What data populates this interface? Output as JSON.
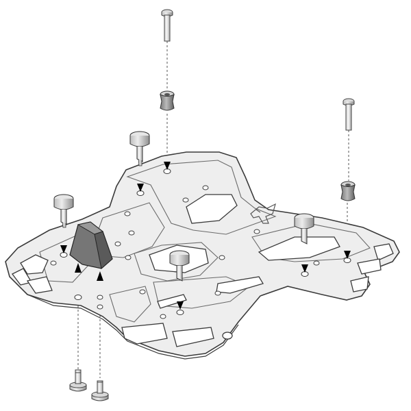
{
  "diagram": {
    "type": "exploded-assembly-illustration",
    "colors": {
      "background": "#ffffff",
      "rack_fill": "#eeeeee",
      "rack_stroke": "#3a3a3a",
      "part_light": "#dddddd",
      "part_mid": "#a9a9a9",
      "part_dark": "#6f6f6f",
      "pad_fill": "#767676",
      "pad_top": "#9a9a9a",
      "arrow": "#000000",
      "guide_line": "#555555"
    },
    "icons": {
      "logo": "brand-logo-icon",
      "arrow": "arrow-down-icon",
      "arrow_up": "arrow-up-icon"
    },
    "parts": [
      {
        "name": "top-rack-plate",
        "count": 1
      },
      {
        "name": "long-bolt",
        "count": 2
      },
      {
        "name": "spacer-bushing",
        "count": 2
      },
      {
        "name": "mushroom-bolt",
        "count": 4
      },
      {
        "name": "rubber-pad",
        "count": 1
      },
      {
        "name": "short-bolt",
        "count": 2
      }
    ]
  }
}
